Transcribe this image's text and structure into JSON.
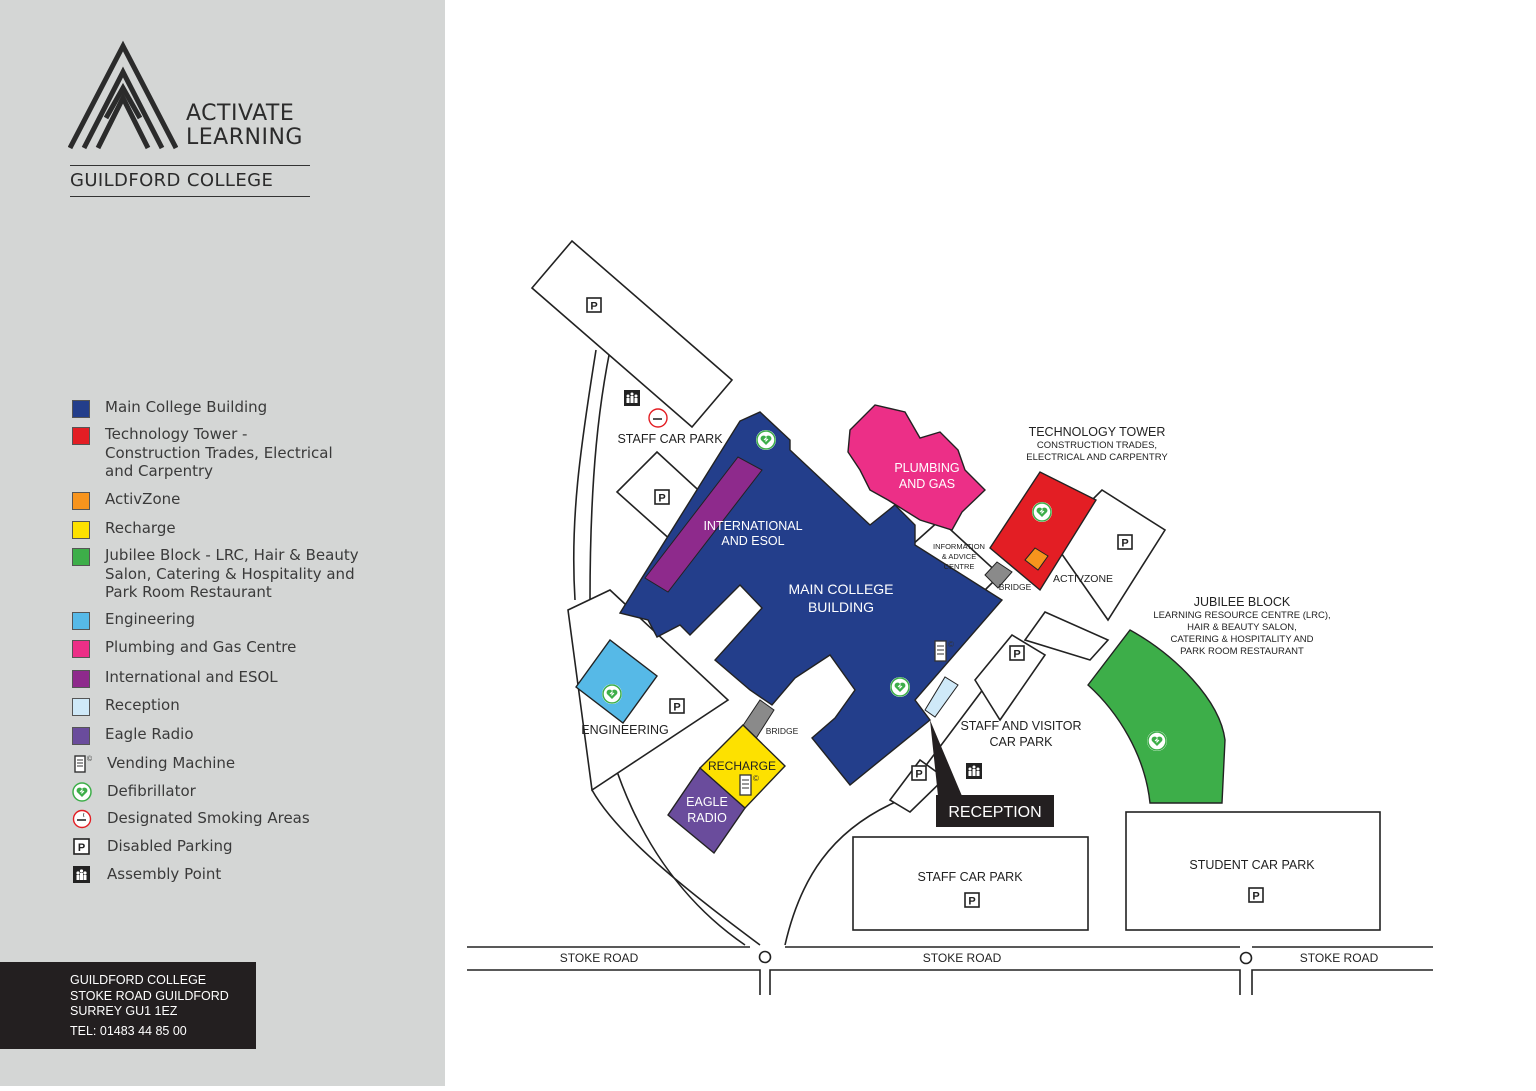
{
  "brand": {
    "line1": "ACTIVATE",
    "line2": "LEARNING",
    "college": "GUILDFORD COLLEGE"
  },
  "colors": {
    "main_college_building": "#233e8b",
    "technology_tower": "#e31e24",
    "activzone": "#f7941d",
    "recharge": "#fde100",
    "jubilee_block": "#3dae49",
    "engineering": "#56b9e7",
    "plumbing_and_gas": "#ec2f87",
    "international_esol": "#8e2a8c",
    "reception": "#cfe9f8",
    "eagle_radio": "#6a4c9c",
    "sidebar_bg": "#d4d6d5",
    "address_bg": "#231f20"
  },
  "legend": [
    {
      "label": "Main College Building",
      "kind": "swatch",
      "color": "#233e8b"
    },
    {
      "label": "Technology Tower -\nConstruction Trades, Electrical\nand Carpentry",
      "kind": "swatch",
      "color": "#e31e24"
    },
    {
      "label": "ActivZone",
      "kind": "swatch",
      "color": "#f7941d"
    },
    {
      "label": "Recharge",
      "kind": "swatch",
      "color": "#fde100"
    },
    {
      "label": "Jubilee Block - LRC, Hair & Beauty\nSalon, Catering & Hospitality and\nPark Room Restaurant",
      "kind": "swatch",
      "color": "#3dae49"
    },
    {
      "label": "Engineering",
      "kind": "swatch",
      "color": "#56b9e7"
    },
    {
      "label": "Plumbing and Gas Centre",
      "kind": "swatch",
      "color": "#ec2f87"
    },
    {
      "label": "International and ESOL",
      "kind": "swatch",
      "color": "#8e2a8c"
    },
    {
      "label": "Reception",
      "kind": "swatch",
      "color": "#cfe9f8"
    },
    {
      "label": "Eagle Radio",
      "kind": "swatch",
      "color": "#6a4c9c"
    },
    {
      "label": "Vending Machine",
      "kind": "icon",
      "icon": "vending-machine-icon"
    },
    {
      "label": "Defibrillator",
      "kind": "icon",
      "icon": "defibrillator-icon"
    },
    {
      "label": "Designated Smoking Areas",
      "kind": "icon",
      "icon": "smoking-area-icon"
    },
    {
      "label": "Disabled Parking",
      "kind": "icon",
      "icon": "disabled-parking-icon"
    },
    {
      "label": "Assembly Point",
      "kind": "icon",
      "icon": "assembly-point-icon"
    }
  ],
  "address": {
    "line1": "GUILDFORD COLLEGE",
    "line2": "STOKE ROAD  GUILDFORD",
    "line3": "SURREY  GU1 1EZ",
    "tel": "TEL: 01483 44 85 00"
  },
  "map": {
    "parking_symbol": "P",
    "vending_symbol": "©",
    "labels": {
      "staff_car_park_nw": "STAFF CAR PARK",
      "international_esol": [
        "INTERNATIONAL",
        "AND ESOL"
      ],
      "main_college_building": [
        "MAIN COLLEGE",
        "BUILDING"
      ],
      "plumbing_and_gas": [
        "PLUMBING",
        "AND GAS"
      ],
      "technology_tower_title": "TECHNOLOGY TOWER",
      "technology_tower_sub": [
        "CONSTRUCTION TRADES,",
        "ELECTRICAL AND CARPENTRY"
      ],
      "info_advice_centre": [
        "INFORMATION",
        "& ADVICE",
        "CENTRE"
      ],
      "bridge": "BRIDGE",
      "activzone": "ACTIVZONE",
      "jubilee_title": "JUBILEE BLOCK",
      "jubilee_sub": [
        "LEARNING RESOURCE CENTRE (LRC),",
        "HAIR & BEAUTY SALON,",
        "CATERING & HOSPITALITY AND",
        "PARK ROOM RESTAURANT"
      ],
      "engineering": "ENGINEERING",
      "recharge": "RECHARGE",
      "eagle_radio": [
        "EAGLE",
        "RADIO"
      ],
      "staff_visitor_car_park": [
        "STAFF AND VISITOR",
        "CAR PARK"
      ],
      "reception": "RECEPTION",
      "staff_car_park_south": "STAFF CAR PARK",
      "student_car_park": "STUDENT CAR PARK",
      "stoke_road": "STOKE ROAD"
    }
  }
}
